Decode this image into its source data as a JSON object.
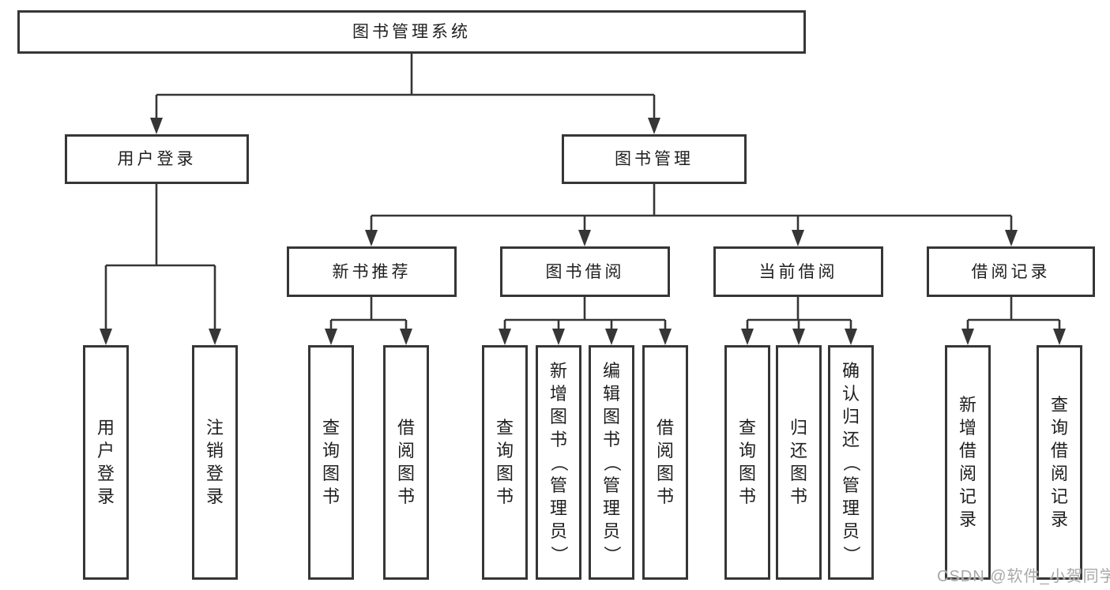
{
  "diagram": {
    "watermark": "CSDN @软件_小贺同学",
    "tree": {
      "label": "图书管理系统",
      "children": [
        {
          "label": "用户登录",
          "children": [
            {
              "label": "用户登录"
            },
            {
              "label": "注销登录"
            }
          ]
        },
        {
          "label": "图书管理",
          "children": [
            {
              "label": "新书推荐",
              "children": [
                {
                  "label": "查询图书"
                },
                {
                  "label": "借阅图书"
                }
              ]
            },
            {
              "label": "图书借阅",
              "children": [
                {
                  "label": "查询图书"
                },
                {
                  "label": "新增图书（管理员）"
                },
                {
                  "label": "编辑图书（管理员）"
                },
                {
                  "label": "借阅图书"
                }
              ]
            },
            {
              "label": "当前借阅",
              "children": [
                {
                  "label": "查询图书"
                },
                {
                  "label": "归还图书"
                },
                {
                  "label": "确认归还（管理员）"
                }
              ]
            },
            {
              "label": "借阅记录",
              "children": [
                {
                  "label": "新增借阅记录"
                },
                {
                  "label": "查询借阅记录"
                }
              ]
            }
          ]
        }
      ]
    },
    "colors": {
      "line": "#363636",
      "box_border": "#363636",
      "text": "#1f1f1f",
      "watermark": "#a9a9a9",
      "background": "#ffffff"
    }
  }
}
